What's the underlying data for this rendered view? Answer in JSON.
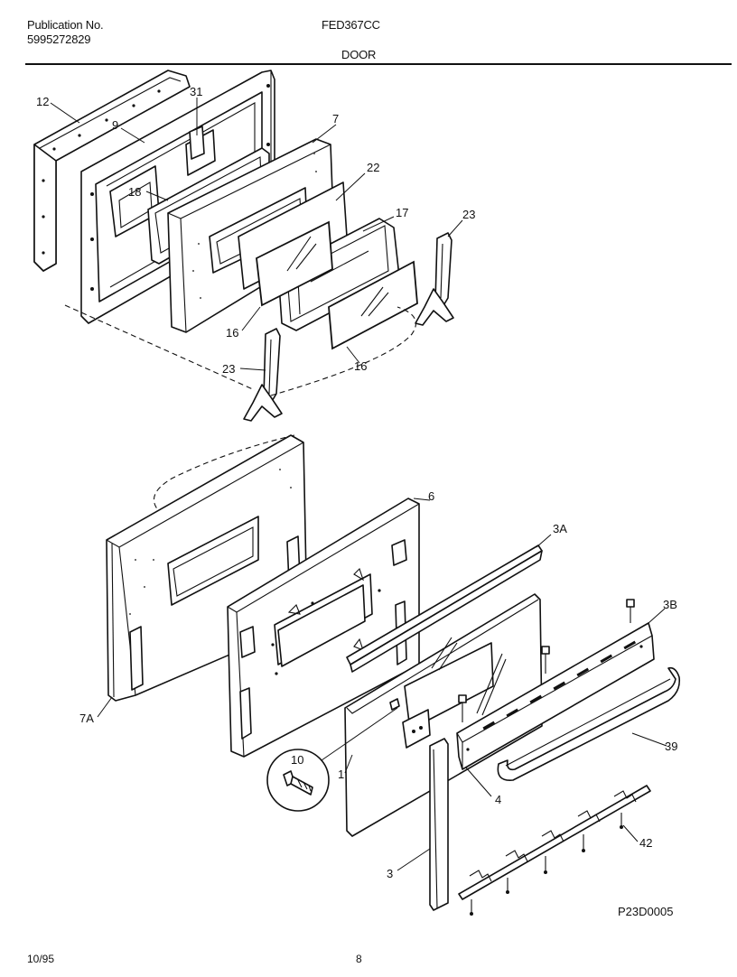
{
  "header": {
    "publication_label": "Publication No.",
    "publication_number": "5995272829",
    "model": "FED367CC",
    "section_title": "DOOR"
  },
  "diagram": {
    "code": "P23D0005",
    "callouts": [
      "12",
      "31",
      "9",
      "7",
      "18",
      "22",
      "17",
      "23",
      "16",
      "16",
      "23",
      "6",
      "3A",
      "3B",
      "7A",
      "10",
      "1",
      "39",
      "4",
      "42",
      "3"
    ]
  },
  "footer": {
    "date": "10/95",
    "page": "8"
  }
}
